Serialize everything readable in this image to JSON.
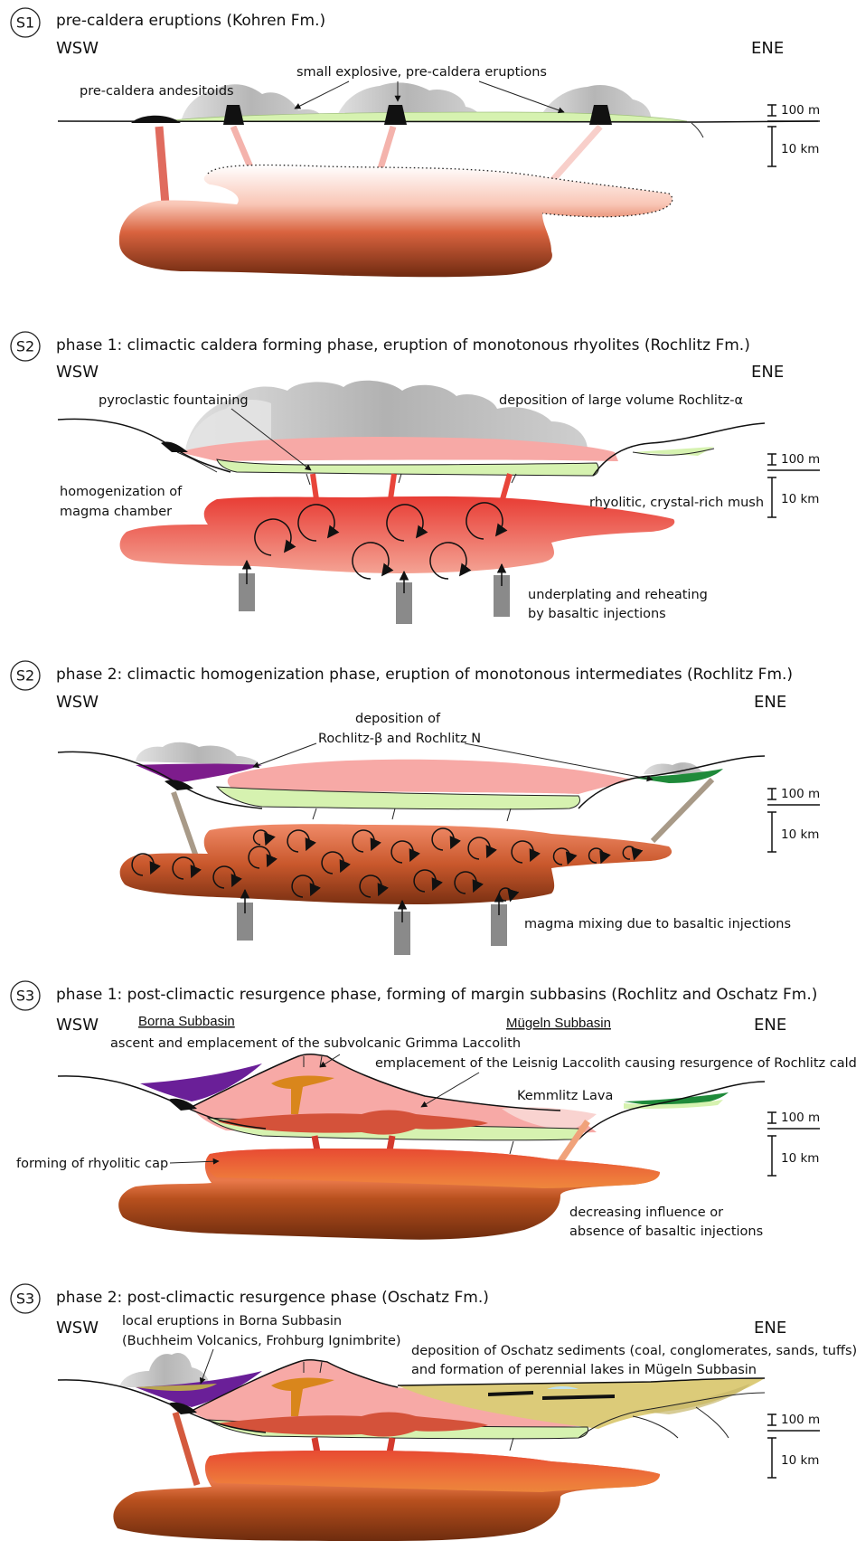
{
  "panels": [
    {
      "id": "s1",
      "badge": "S1",
      "title": "pre-caldera eruptions (Kohren Fm.)",
      "left_dir": "WSW",
      "right_dir": "ENE",
      "annotations": [
        "small explosive, pre-caldera eruptions",
        "pre-caldera andesitoids"
      ],
      "scale": [
        "100 m",
        "10 km"
      ]
    },
    {
      "id": "s2a",
      "badge": "S2",
      "title": "phase 1: climactic caldera forming phase, eruption of monotonous rhyolites (Rochlitz Fm.)",
      "left_dir": "WSW",
      "right_dir": "ENE",
      "annotations": [
        "pyroclastic fountaining",
        "deposition of large volume Rochlitz-α",
        "homogenization of",
        "magma chamber",
        "rhyolitic, crystal-rich mush",
        "underplating and reheating",
        "by basaltic injections"
      ],
      "scale": [
        "100 m",
        "10 km"
      ]
    },
    {
      "id": "s2b",
      "badge": "S2",
      "title": "phase 2: climactic homogenization phase, eruption of monotonous intermediates (Rochlitz Fm.)",
      "left_dir": "WSW",
      "right_dir": "ENE",
      "annotations": [
        "deposition of",
        "Rochlitz-β and Rochlitz N",
        "magma mixing due to basaltic injections"
      ],
      "scale": [
        "100 m",
        "10 km"
      ]
    },
    {
      "id": "s3a",
      "badge": "S3",
      "title": "phase 1: post-climactic resurgence phase, forming of margin subbasins (Rochlitz and Oschatz Fm.)",
      "left_dir": "WSW",
      "right_dir": "ENE",
      "subbasins": [
        "Borna Subbasin",
        "Mügeln Subbasin"
      ],
      "annotations": [
        "ascent and emplacement of the subvolcanic Grimma Laccolith",
        "emplacement of the Leisnig Laccolith causing resurgence of Rochlitz caldera",
        "Kemmlitz Lava",
        "forming of rhyolitic cap",
        "decreasing influence or",
        "absence of basaltic injections"
      ],
      "scale": [
        "100 m",
        "10 km"
      ]
    },
    {
      "id": "s3b",
      "badge": "S3",
      "title": "phase 2: post-climactic resurgence phase (Oschatz Fm.)",
      "left_dir": "WSW",
      "right_dir": "ENE",
      "annotations": [
        "local eruptions in Borna Subbasin",
        "(Buchheim Volcanics, Frohburg Ignimbrite)",
        "deposition of Oschatz sediments (coal, conglomerates, sands, tuffs)",
        "and formation of perennial lakes in Mügeln Subbasin"
      ],
      "scale": [
        "100 m",
        "10 km"
      ]
    }
  ],
  "colors": {
    "magma_light": "#f6a08e",
    "magma_red": "#e8453a",
    "magma_brown": "#7a3213",
    "tuff_green": "#d6f2b0",
    "ignimbrite_pink": "#f7a9a6",
    "purple": "#7d1c8c",
    "green_dark": "#1f8a3a",
    "laccolith_orange": "#d9861c",
    "sediment_khaki": "#dccb79",
    "basalt_gray": "#8a8a8a",
    "cloud_gray": "#b9b9b9"
  }
}
